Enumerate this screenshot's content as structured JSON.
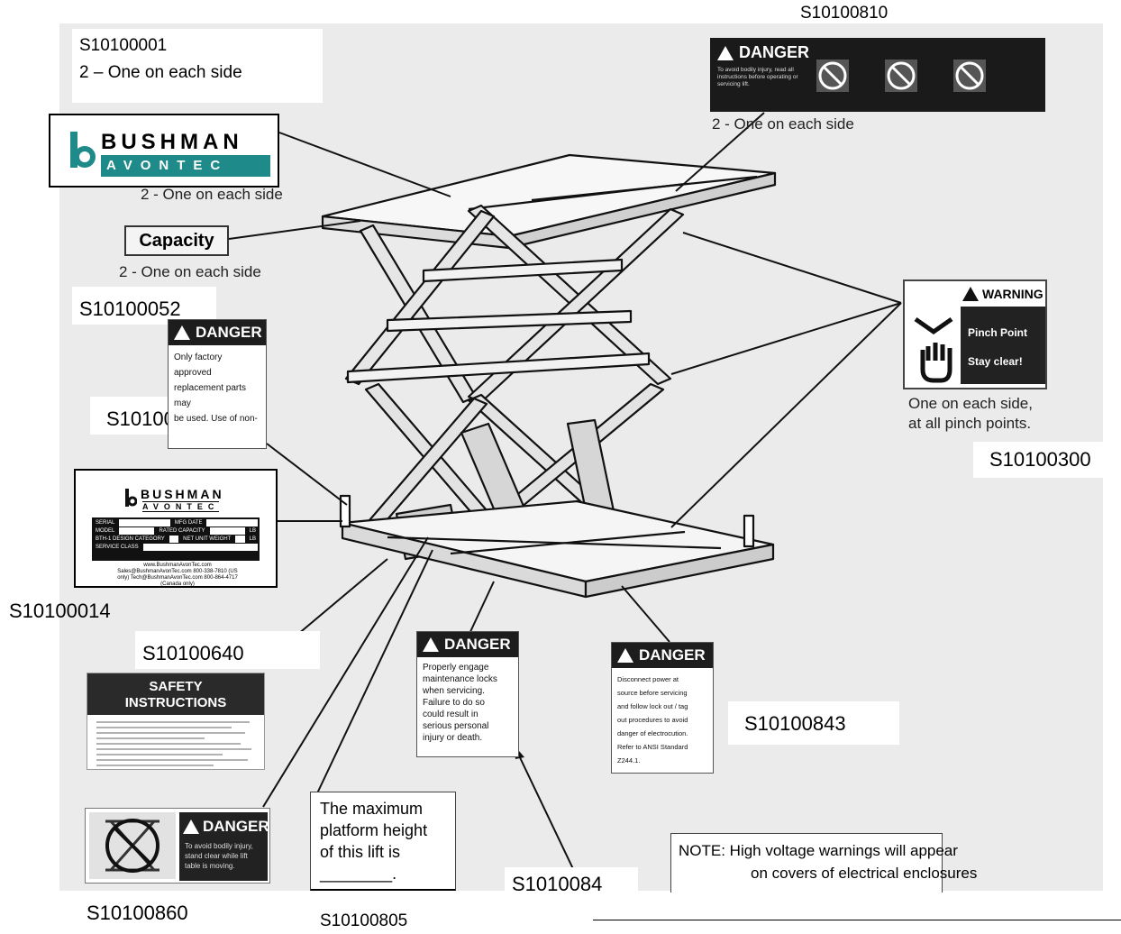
{
  "codes": {
    "top_right": "S10100810",
    "top_left": "S10100001",
    "top_left_qty": "2 – One on each side",
    "s052": "S10100052",
    "s653": "S10100653",
    "s014": "S10100014",
    "s640": "S10100640",
    "s300": "S10100300",
    "s843": "S10100843",
    "s084": "S1010084",
    "s860": "S10100860",
    "s805": "S10100805"
  },
  "qty_notes": {
    "danger_top": "2 - One on each side",
    "logo": "2 - One on each side",
    "capacity": "2 - One on each side",
    "warning_line1": "One on each side,",
    "warning_line2": "at all pinch points."
  },
  "logo": {
    "line1": "BUSHMAN",
    "line2": "AVONTEC"
  },
  "capacity_label": "Capacity",
  "danger_top": {
    "title": "DANGER",
    "text": "To avoid bodily injury, read all instructions before operating or servicing lift."
  },
  "danger_parts": {
    "title": "DANGER",
    "lines": [
      "Only factory approved",
      "replacement parts may",
      "be used. Use of non-"
    ]
  },
  "warning_pinch": {
    "title": "WARNING",
    "line1": "Pinch Point",
    "line2": "Stay clear!"
  },
  "nameplate": {
    "line1": "BUSHMAN",
    "line2": "AVONTEC",
    "serial": "SERIAL",
    "mfg_date": "MFG DATE",
    "model": "MODEL",
    "rated_capacity": "RATED CAPACITY",
    "design_category": "BTH-1 DESIGN CATEGORY",
    "net_unit_weight": "NET UNIT WEIGHT",
    "service_class": "SERVICE CLASS",
    "lb": "LB",
    "footer": "www.BushmanAvonTec.com Sales@BushmanAvonTec.com 800-338-7810 (US only) Tech@BushmanAvonTec.com 800-864-4717 (Canada only)"
  },
  "safety": {
    "title_line1": "SAFETY",
    "title_line2": "INSTRUCTIONS"
  },
  "danger_locks": {
    "title": "DANGER",
    "lines": [
      "Properly engage",
      "maintenance locks",
      "when servicing.",
      "Failure to do so",
      "could result in",
      "serious personal",
      "injury or death."
    ]
  },
  "danger_power": {
    "title": "DANGER",
    "lines": [
      "Disconnect power at",
      "source before servicing",
      "and follow lock out / tag",
      "out procedures to avoid",
      "danger of electrocution.",
      "Refer to  ANSI Standard",
      "Z244.1."
    ]
  },
  "danger_clear": {
    "title": "DANGER",
    "text": "To avoid bodily injury, stand clear while lift table is moving."
  },
  "max_height": {
    "line1": "The maximum",
    "line2": "platform height",
    "line3": "of this lift is",
    "line4": "________."
  },
  "note": {
    "line1": "NOTE:  High voltage warnings will appear",
    "line2": "on covers of electrical enclosures"
  }
}
